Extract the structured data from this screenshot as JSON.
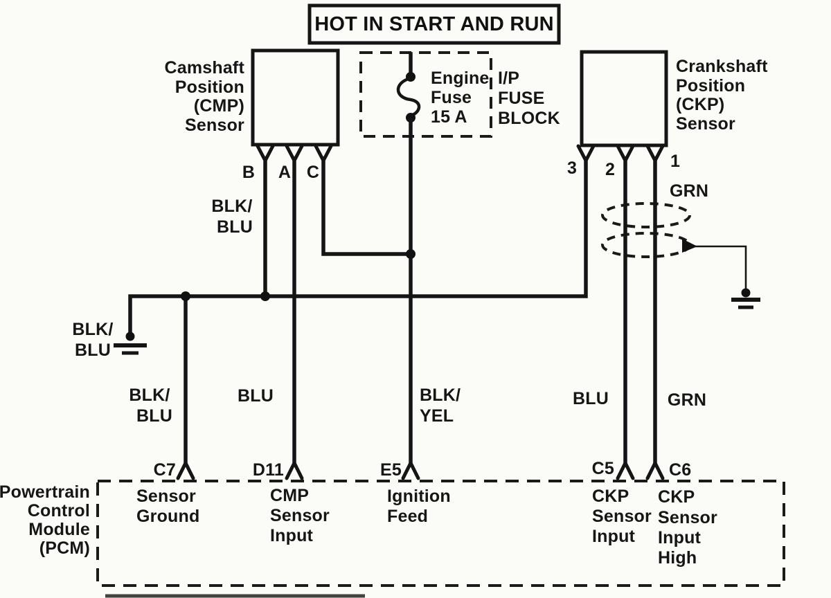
{
  "banner": {
    "text": "HOT IN START AND RUN"
  },
  "cmp_sensor": {
    "name_lines": [
      "Camshaft",
      "Position",
      "(CMP)",
      "Sensor"
    ],
    "pins": {
      "b": "B",
      "a": "A",
      "c": "C"
    }
  },
  "engine_fuse": {
    "lines": [
      "Engine",
      "Fuse",
      "15 A"
    ]
  },
  "ip_fuse_block": {
    "lines": [
      "I/P",
      "FUSE",
      "BLOCK"
    ]
  },
  "ckp_sensor": {
    "name_lines": [
      "Crankshaft",
      "Position",
      "(CKP)",
      "Sensor"
    ],
    "pins": {
      "p3": "3",
      "p2": "2",
      "p1": "1"
    },
    "shield_wire_color": "GRN"
  },
  "wire_colors": {
    "cmp_b_line1": "BLK/",
    "cmp_b_line2": "BLU",
    "ground_splice_line1": "BLK/",
    "ground_splice_line2": "BLU",
    "pcm_c7_line1": "BLK/",
    "pcm_c7_line2": "BLU",
    "pcm_d11": "BLU",
    "pcm_e5_line1": "BLK/",
    "pcm_e5_line2": "YEL",
    "pcm_c5": "BLU",
    "pcm_c6": "GRN"
  },
  "pcm": {
    "name_lines": [
      "Powertrain",
      "Control",
      "Module",
      "(PCM)"
    ],
    "pins": {
      "c7": {
        "id": "C7",
        "function_lines": [
          "Sensor",
          "Ground"
        ]
      },
      "d11": {
        "id": "D11",
        "function_lines": [
          "CMP",
          "Sensor",
          "Input"
        ]
      },
      "e5": {
        "id": "E5",
        "function_lines": [
          "Ignition",
          "Feed"
        ]
      },
      "c5": {
        "id": "C5",
        "function_lines": [
          "CKP",
          "Sensor",
          "Input"
        ]
      },
      "c6": {
        "id": "C6",
        "function_lines": [
          "CKP",
          "Sensor",
          "Input",
          "High"
        ]
      }
    }
  },
  "colors": {
    "ink": "#161616",
    "paper": "#fbfbf8"
  }
}
